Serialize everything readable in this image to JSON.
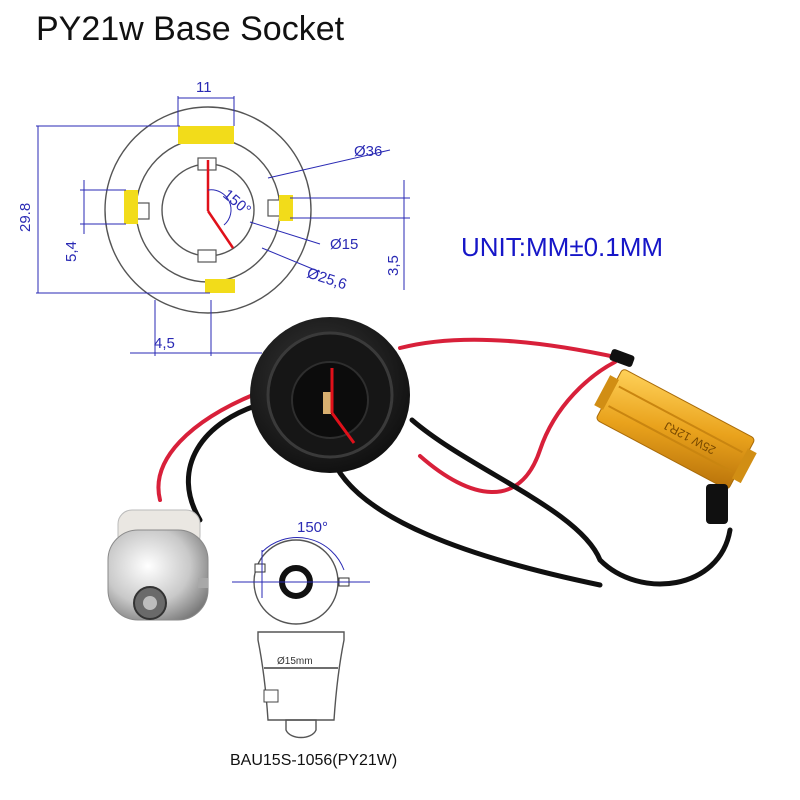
{
  "title": "PY21w Base Socket",
  "unit_note": "UNIT:MM±0.1MM",
  "dimensions": {
    "width_11": "11",
    "dia_36": "Ø36",
    "height_29_8": "29.8",
    "angle_150": "150°",
    "dia_15": "Ø15",
    "dia_25_6": "Ø25,6",
    "offset_5_4": "5,4",
    "offset_3_5": "3,5",
    "offset_4_5": "4,5"
  },
  "resistor_label": "25W 12RJ",
  "bulb_diagram": {
    "angle": "150°",
    "diameter": "Ø15mm",
    "caption": "BAU15S-1056(PY21W)"
  },
  "colors": {
    "dimension_blue": "#2a2ab4",
    "pin_yellow": "#f2dc1a",
    "wire_red": "#d8203a",
    "resistor_gold": "#e9a21c"
  }
}
